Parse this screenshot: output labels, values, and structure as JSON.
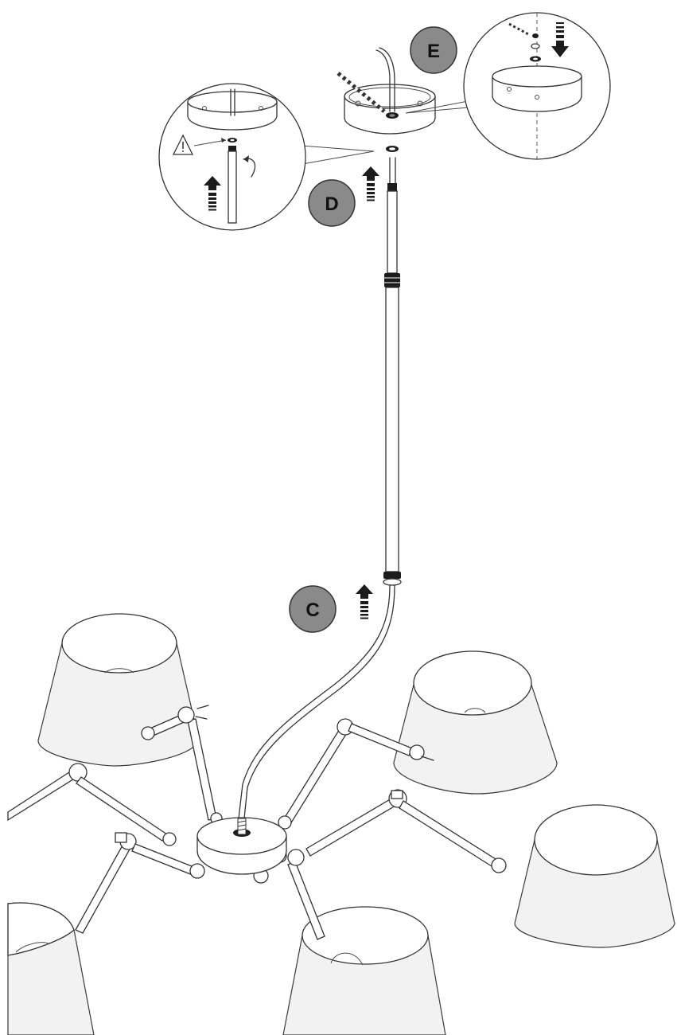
{
  "steps": [
    {
      "id": "C",
      "label": "C"
    },
    {
      "id": "D",
      "label": "D"
    },
    {
      "id": "E",
      "label": "E"
    }
  ],
  "colors": {
    "badge_fill": "#8a8a8a",
    "line": "#333333",
    "arrow": "#1c1c1c",
    "background": "#ffffff"
  },
  "icons": [
    "warning-triangle-icon",
    "up-arrow-icon",
    "down-arrow-icon",
    "rotate-arrow-icon"
  ]
}
